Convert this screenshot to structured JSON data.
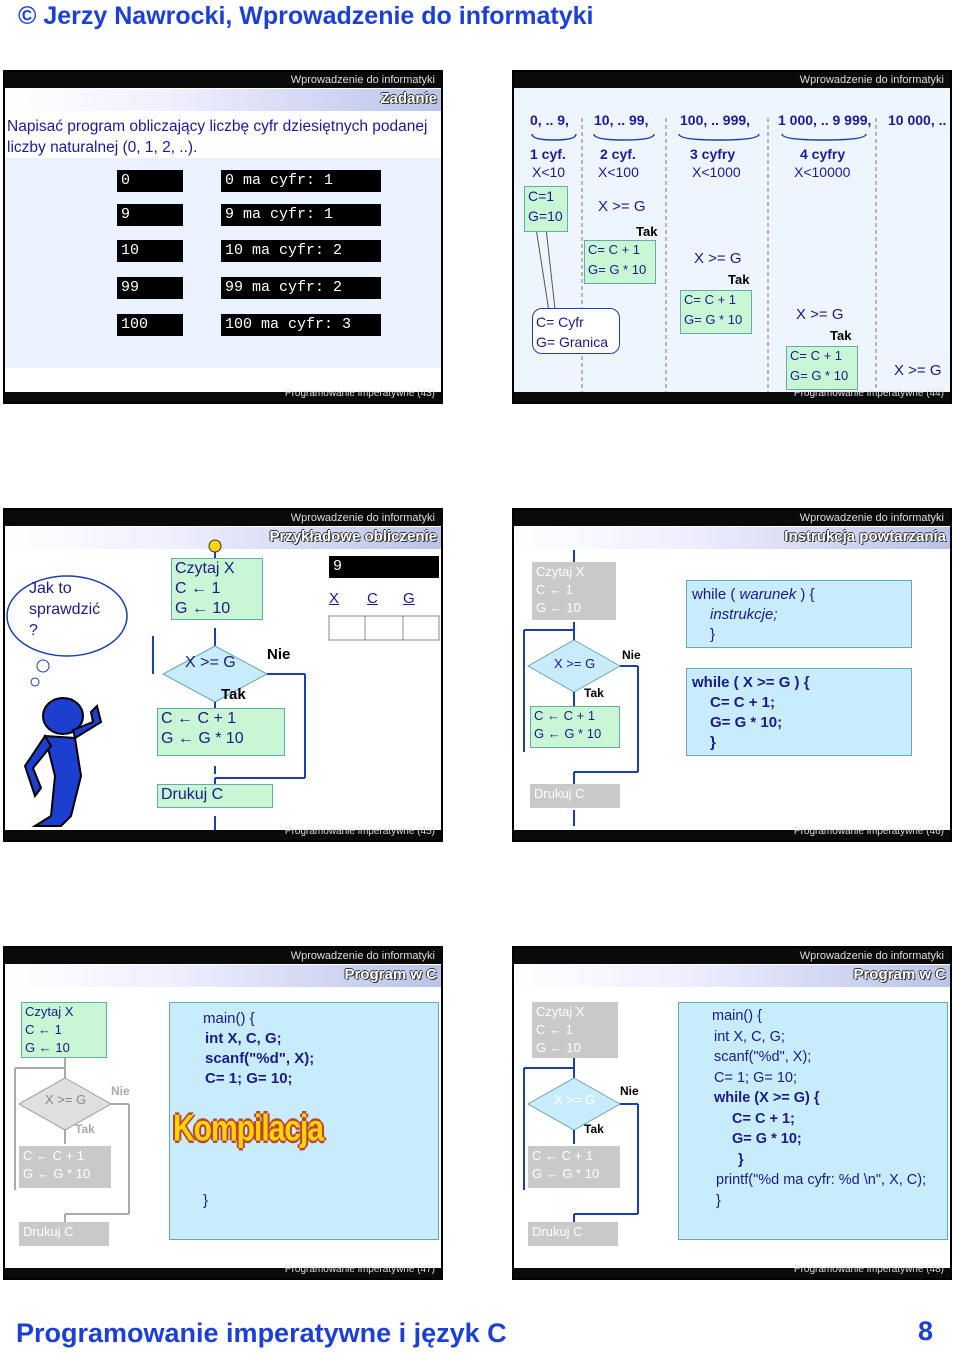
{
  "header": "© Jerzy Nawrocki, Wprowadzenie do informatyki",
  "footer": {
    "title": "Programowanie imperatywne i język C",
    "page": "8"
  },
  "slide_header": "Wprowadzenie do informatyki",
  "slides": {
    "s43": {
      "title": "Zadanie",
      "footer": "Programowanie imperatywne (43)",
      "task": "Napisać program obliczający liczbę cyfr dziesiętnych podanej liczby naturalnej (0, 1, 2, ..).",
      "rows": [
        {
          "num": "0",
          "text": "0 ma cyfr: 1"
        },
        {
          "num": "9",
          "text": "9 ma cyfr: 1"
        },
        {
          "num": "10",
          "text": "10 ma cyfr: 2"
        },
        {
          "num": "99",
          "text": "99 ma cyfr: 2"
        },
        {
          "num": "100",
          "text": "100 ma cyfr: 3"
        }
      ]
    },
    "s44": {
      "footer": "Programowanie imperatywne (44)",
      "ranges": [
        "0, .. 9,",
        "10, .. 99,",
        "100, .. 999,",
        "1 000, .. 9 999,",
        "10 000, .."
      ],
      "digits": [
        "1 cyf.",
        "2 cyf.",
        "3 cyfry",
        "4 cyfry"
      ],
      "conds": [
        "X<10",
        "X<100",
        "X<1000",
        "X<10000"
      ],
      "init": [
        "C=1",
        "G=10"
      ],
      "test": "X >= G",
      "yes": "Tak",
      "inc_c": "C= C + 1",
      "inc_g": "G= G * 10",
      "callout": [
        "C= Cyfr",
        "G= Granica"
      ]
    },
    "s45": {
      "title": "Przykładowe obliczenie",
      "footer": "Programowanie imperatywne (45)",
      "thought": [
        "Jak to",
        "sprawdzić",
        "?"
      ],
      "read": [
        "Czytaj X",
        "C ← 1",
        "G ← 10"
      ],
      "test": "X >= G",
      "no": "Nie",
      "yes": "Tak",
      "body": [
        "C ← C + 1",
        "G ← G * 10"
      ],
      "print": "Drukuj C",
      "input_value": "9",
      "vars": [
        "X",
        "C",
        "G"
      ]
    },
    "s46": {
      "title": "Instrukcja powtarzania",
      "footer": "Programowanie imperatywne (46)",
      "read": [
        "Czytaj X",
        "C ← 1",
        "G ← 10"
      ],
      "test": "X >= G",
      "no": "Nie",
      "yes": "Tak",
      "body": [
        "C ← C + 1",
        "G ← G * 10"
      ],
      "print": "Drukuj C",
      "syntax": {
        "l1a": "while ( ",
        "l1b": "warunek",
        "l1c": " ) {",
        "l2": "instrukcje;",
        "l3": "}"
      },
      "example": [
        "while ( X >= G ) {",
        "C= C + 1;",
        "G= G * 10;",
        "}"
      ]
    },
    "s47": {
      "title": "Program w C",
      "footer": "Programowanie imperatywne (47)",
      "read": [
        "Czytaj X",
        "C ← 1",
        "G ← 10"
      ],
      "test": "X >= G",
      "no": "Nie",
      "yes": "Tak",
      "body": [
        "C ← C + 1",
        "G ← G * 10"
      ],
      "print": "Drukuj C",
      "code": [
        "main() {",
        "int X, C, G;",
        "scanf(\"%d\", X);",
        "C= 1; G= 10;",
        "}"
      ],
      "stamp": "Kompilacja"
    },
    "s48": {
      "title": "Program w C",
      "footer": "Programowanie imperatywne (48)",
      "read": [
        "Czytaj X",
        "C ← 1",
        "G ← 10"
      ],
      "test": "X >= G",
      "no": "Nie",
      "yes": "Tak",
      "body": [
        "C ← C + 1",
        "G ← G * 10"
      ],
      "print": "Drukuj C",
      "code": [
        "main() {",
        "int X, C, G;",
        "scanf(\"%d\", X);",
        "C= 1; G= 10;",
        "while (X >= G) {",
        "C= C + 1;",
        "G= G * 10;",
        "}",
        "printf(\"%d ma cyfr: %d \\n\", X, C);",
        "}"
      ]
    }
  }
}
